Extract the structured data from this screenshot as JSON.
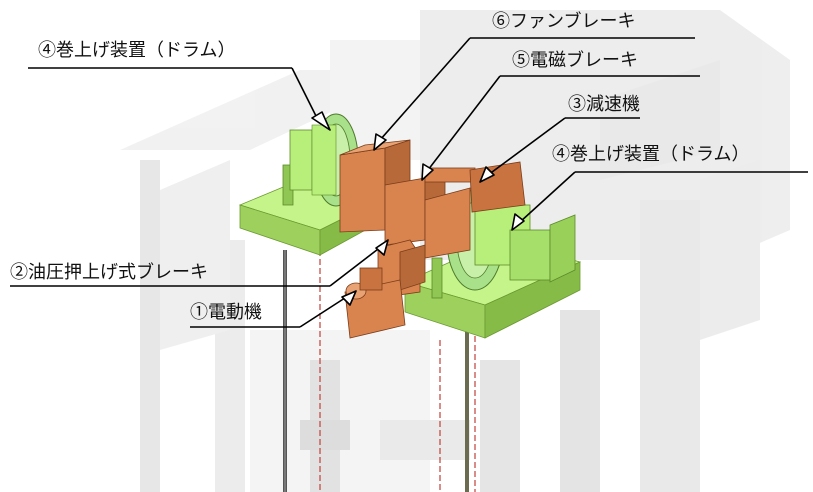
{
  "labels": {
    "drum_left": "④巻上げ装置（ドラム）",
    "fan_brake": "⑥ファンブレーキ",
    "magnetic_brake": "⑤電磁ブレーキ",
    "reducer": "③減速機",
    "drum_right": "④巻上げ装置（ドラム）",
    "hydraulic_brake": "②油圧押上げ式ブレーキ",
    "motor": "①電動機"
  },
  "colors": {
    "base_green": "#b8ef7a",
    "base_green_dark": "#86c24a",
    "machine_orange": "#d9834f",
    "machine_orange_dark": "#a85a2c",
    "drum_green": "#a9e08a",
    "shaft_gray": "#d9d9d9",
    "rope_red": "#c0413a"
  }
}
